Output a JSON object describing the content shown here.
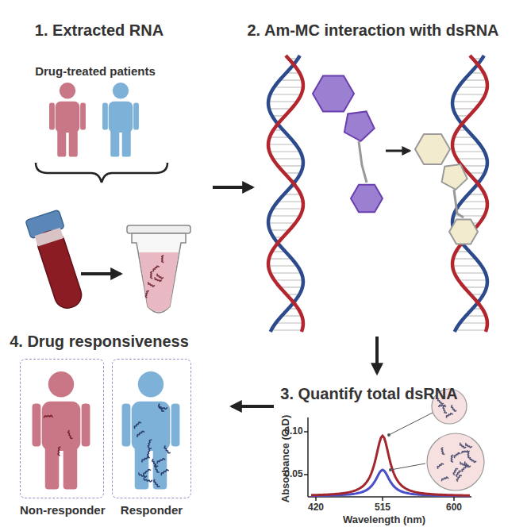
{
  "diagram": {
    "nodes": [
      {
        "text": [
          "Non-responder"
        ]
      },
      {
        "text": [
          "Responder"
        ]
      }
    ],
    "edges": [],
    "labels": [
      "1. Extracted RNA",
      "Drug-treated patients",
      "2. Am-MC interaction with dsRNA",
      "3. Quantify total dsRNA",
      "4. Drug responsiveness",
      "Absorbance (O.D)",
      "0.10",
      "0.05",
      "420",
      "515",
      "600",
      "Wavelength (nm)"
    ]
  }
}
